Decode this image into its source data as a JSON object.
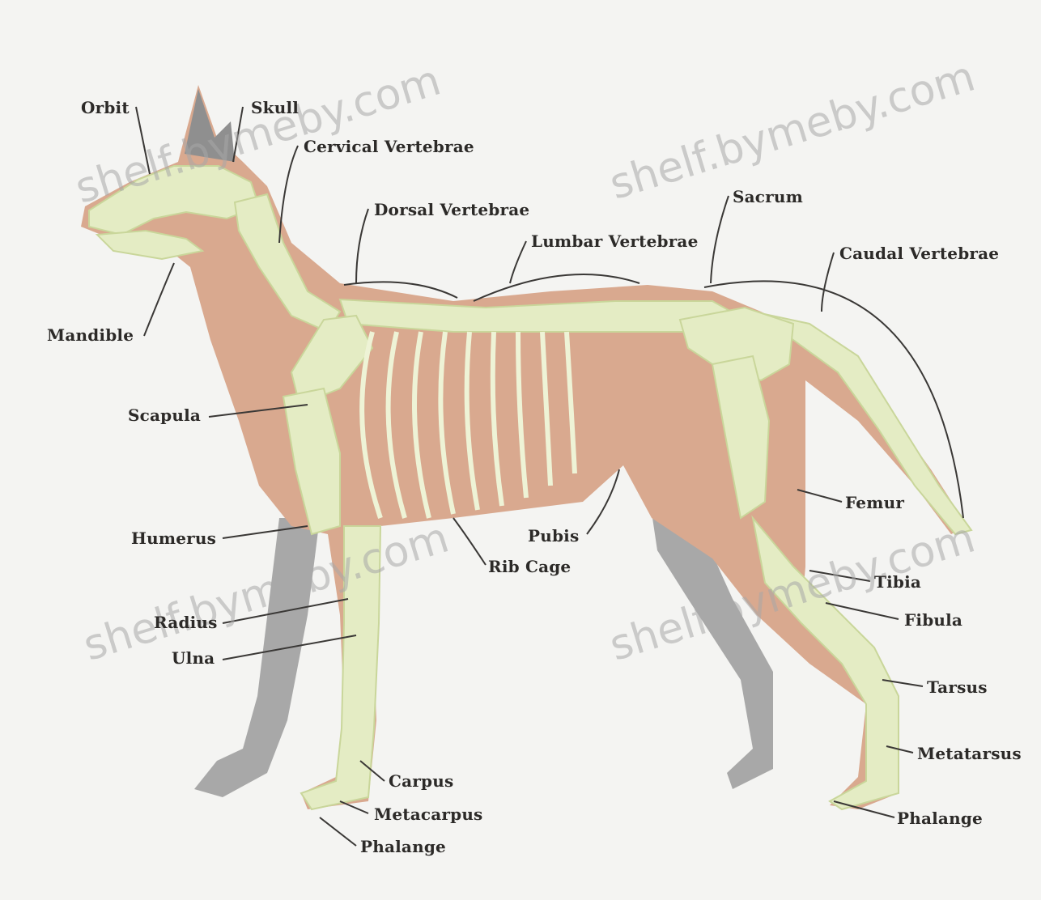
{
  "labels": {
    "orbit": "Orbit",
    "skull": "Skull",
    "cervical_vertebrae": "Cervical Vertebrae",
    "dorsal_vertebrae": "Dorsal Vertebrae",
    "lumbar_vertebrae": "Lumbar Vertebrae",
    "sacrum": "Sacrum",
    "caudal_vertebrae": "Caudal Vertebrae",
    "mandible": "Mandible",
    "scapula": "Scapula",
    "humerus": "Humerus",
    "radius": "Radius",
    "ulna": "Ulna",
    "carpus": "Carpus",
    "metacarpus": "Metacarpus",
    "phalange_front": "Phalange",
    "rib_cage": "Rib Cage",
    "pubis": "Pubis",
    "femur": "Femur",
    "tibia": "Tibia",
    "fibula": "Fibula",
    "tarsus": "Tarsus",
    "metatarsus": "Metatarsus",
    "phalange_hind": "Phalange"
  },
  "watermark": "shelf.bymeby.com",
  "colors": {
    "background": "#f4f4f2",
    "body": "#d9a98f",
    "bone": "#e4ecc4",
    "bone_outline": "#c9d69a",
    "shadow": "#8f8f8f",
    "label_text": "#2c2a28",
    "leader_line": "#3a3836"
  }
}
